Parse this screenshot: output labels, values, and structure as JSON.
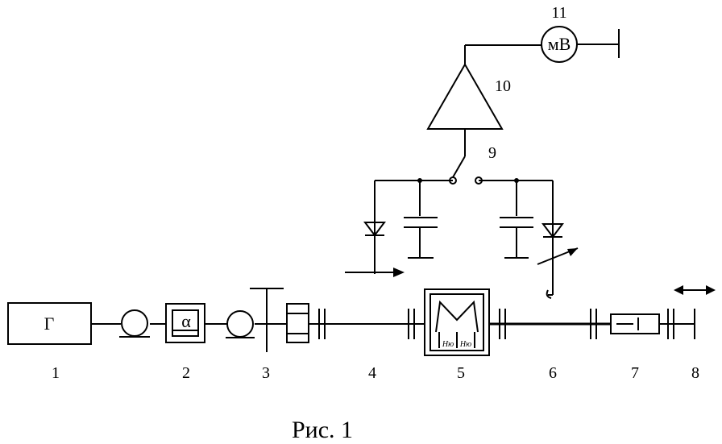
{
  "labels": {
    "n1": "1",
    "n2": "2",
    "n3": "3",
    "n4": "4",
    "n5": "5",
    "n6": "6",
    "n7": "7",
    "n8": "8",
    "n9": "9",
    "n10": "10",
    "n11": "11"
  },
  "symbols": {
    "generator": "Г",
    "attenuator": "α",
    "millivoltmeter": "мВ",
    "field_left": "Hю",
    "field_right": "Hю"
  },
  "caption": "Рис. 1"
}
